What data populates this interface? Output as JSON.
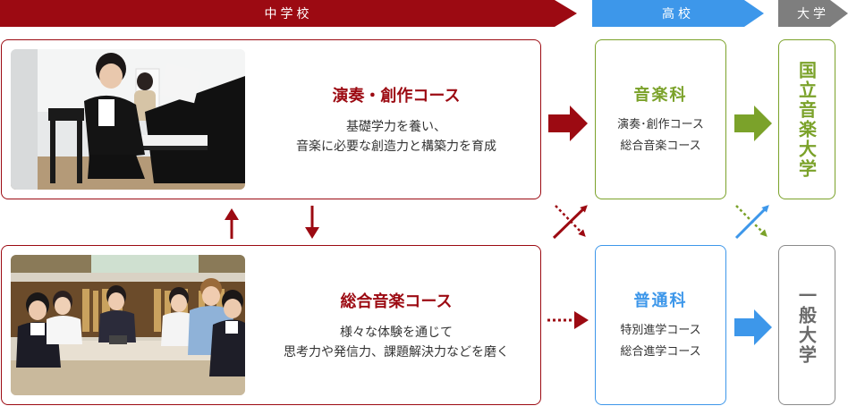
{
  "stages": {
    "junior_high": "中学校",
    "high_school": "高校",
    "university": "大学"
  },
  "junior_courses": [
    {
      "title": "演奏・創作コース",
      "desc_line1": "基礎学力を養い、",
      "desc_line2": "音楽に必要な創造力と構築力を育成"
    },
    {
      "title": "総合音楽コース",
      "desc_line1": "様々な体験を通じて",
      "desc_line2": "思考力や発信力、課題解決力などを磨く"
    }
  ],
  "high_school_depts": [
    {
      "title": "音楽科",
      "courses": [
        "演奏･創作コース",
        "総合音楽コース"
      ]
    },
    {
      "title": "普通科",
      "courses": [
        "特別進学コース",
        "総合進学コース"
      ]
    }
  ],
  "universities": {
    "music": "国立音楽大学",
    "general": "一般大学"
  },
  "colors": {
    "junior_high": "#9c0a12",
    "music_track": "#7ba22a",
    "general_track": "#3d97ea",
    "university": "#7e7e7e"
  }
}
